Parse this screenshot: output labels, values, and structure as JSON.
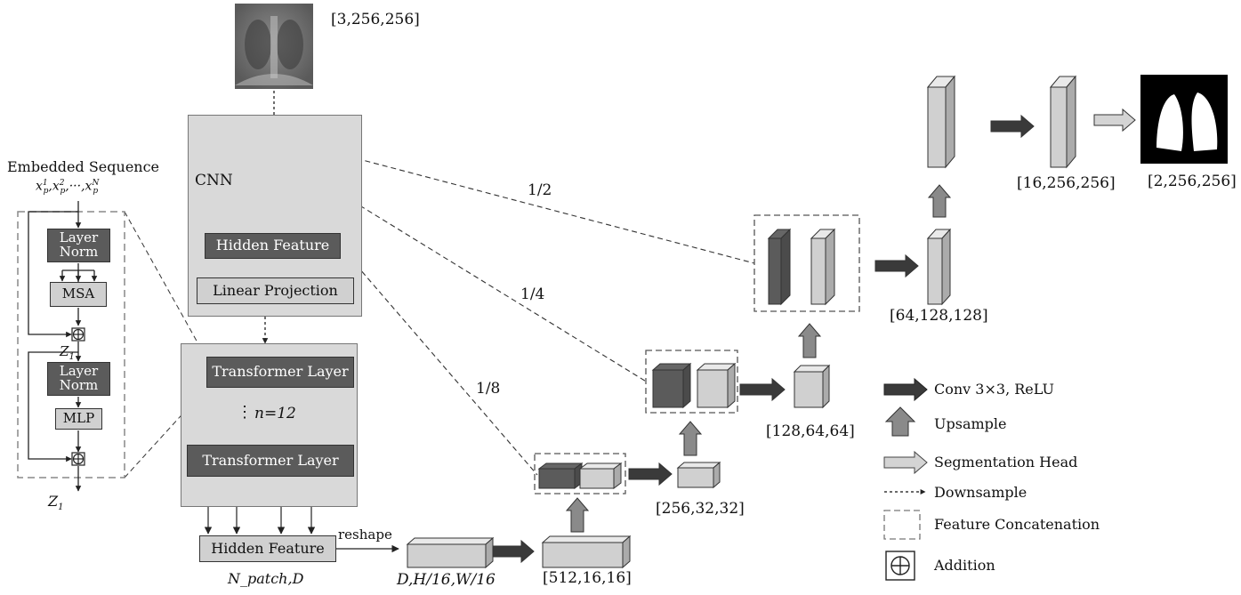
{
  "labels": {
    "input_dims": "[3,256,256]",
    "embedded_sequence": "Embedded Sequence",
    "sequence_symbols": "x",
    "sequence_sup_1": "1",
    "sequence_sup_2": "2",
    "sequence_sup_n": "N",
    "sequence_sub": "p",
    "cnn": "CNN",
    "hidden_feature_top": "Hidden Feature",
    "linear_projection": "Linear Projection",
    "transformer_layer_top": "Transformer Layer",
    "transformer_layer_bottom": "Transformer Layer",
    "n_equals": "n=12",
    "hidden_feature_bottom": "Hidden Feature",
    "n_patch_d": "N_patch,D",
    "reshape": "reshape",
    "reshape_dims": "D,H/16,W/16",
    "layer_norm_1": "Layer Norm",
    "msa": "MSA",
    "z1_mid": "Z",
    "layer_norm_2": "Layer Norm",
    "mlp": "MLP",
    "z1_out": "Z",
    "z_sub": "1",
    "scale_half": "1/2",
    "scale_quarter": "1/4",
    "scale_eighth": "1/8",
    "dims_512": "[512,16,16]",
    "dims_256": "[256,32,32]",
    "dims_128": "[128,64,64]",
    "dims_64": "[64,128,128]",
    "dims_16": "[16,256,256]",
    "output_dims": "[2,256,256]"
  },
  "legend": [
    {
      "key": "conv",
      "label": "Conv  3×3,  ReLU",
      "color": "#3a3a3a"
    },
    {
      "key": "upsample",
      "label": "Upsample",
      "color": "#8a8a8a"
    },
    {
      "key": "seg",
      "label": "Segmentation  Head",
      "color": "#d4d4d4"
    },
    {
      "key": "down",
      "label": "Downsample",
      "color": "#111111"
    },
    {
      "key": "concat",
      "label": "Feature  Concatenation",
      "color": "#777777"
    },
    {
      "key": "add",
      "label": "Addition",
      "color": "#111111"
    }
  ],
  "colors": {
    "dark_block": "#5b5b5b",
    "light_block": "#d0d0d0",
    "panel": "#d9d9d9"
  }
}
